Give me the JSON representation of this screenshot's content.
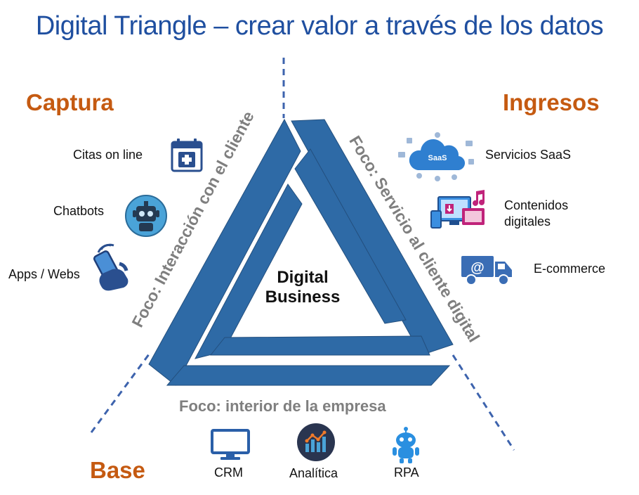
{
  "title": "Digital Triangle – crear valor a través de los datos",
  "corners": {
    "top_left": "Captura",
    "top_right": "Ingresos",
    "bottom_left": "Base"
  },
  "center": {
    "line1": "Digital",
    "line2": "Business"
  },
  "focus": {
    "left": "Foco: Interacción con el cliente",
    "right": "Foco: Servicio al cliente digital",
    "bottom": "Foco: interior de la empresa"
  },
  "captura_items": [
    {
      "label": "Citas on line",
      "icon": "calendar-medical-icon"
    },
    {
      "label": "Chatbots",
      "icon": "robot-chatbot-icon"
    },
    {
      "label": "Apps / Webs",
      "icon": "hand-smartphone-icon"
    }
  ],
  "ingresos_items": [
    {
      "label": "Servicios SaaS",
      "icon": "cloud-saas-icon",
      "icon_text": "SaaS"
    },
    {
      "label_line1": "Contenidos",
      "label_line2": "digitales",
      "icon": "digital-devices-icon"
    },
    {
      "label": "E-commerce",
      "icon": "delivery-truck-icon",
      "icon_text": "@"
    }
  ],
  "base_items": [
    {
      "label": "CRM",
      "icon": "monitor-icon"
    },
    {
      "label": "Analítica",
      "icon": "analytics-chart-icon"
    },
    {
      "label": "RPA",
      "icon": "rpa-robot-icon"
    }
  ],
  "colors": {
    "title": "#1f4fa0",
    "corner": "#c55a11",
    "triangle": "#2e6aa6",
    "focus_text": "#7f7f7f"
  }
}
